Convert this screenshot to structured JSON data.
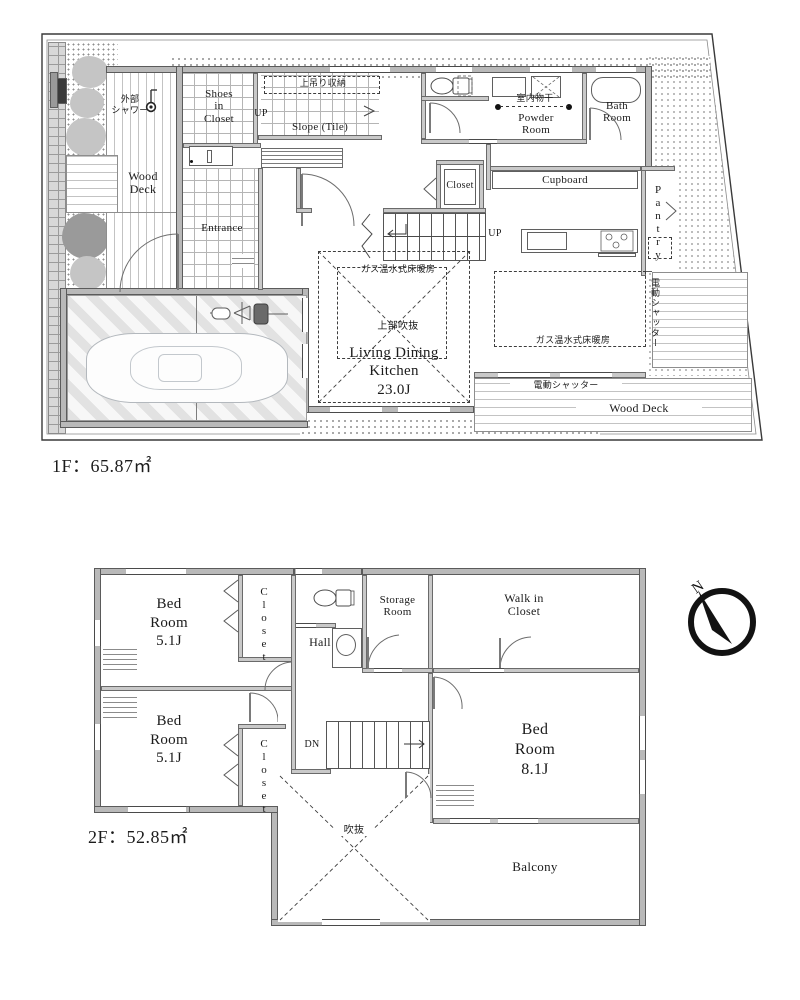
{
  "document": {
    "type": "residential-floor-plan",
    "floors": [
      {
        "id": "1F",
        "area_label": "1F：65.87㎡"
      },
      {
        "id": "2F",
        "area_label": "2F：52.85㎡"
      }
    ]
  },
  "floor1": {
    "area_label": "1F：65.87㎡",
    "rooms": {
      "wood_deck_left": "Wood\nDeck",
      "wood_deck_right": "Wood Deck",
      "shoes_in_closet": "Shoes\nin\nCloset",
      "entrance": "Entrance",
      "slope_tile": "Slope (Tile)",
      "closet": "Closet",
      "powder_room": "Powder\nRoom",
      "bath_room": "Bath\nRoom",
      "cupboard": "Cupboard",
      "pantry": "Pantry",
      "ldk": "Living Dining\nKitchen\n23.0J"
    },
    "annotations": {
      "outdoor_shower": "外部\nシャワー",
      "overhead_storage": "上吊り収納",
      "indoor_laundry": "室内物干",
      "floor_heating_left": "ガス温水式床暖房",
      "floor_heating_right": "ガス温水式床暖房",
      "void_above": "上部吹抜",
      "electric_shutter_v": "電動シャッター",
      "electric_shutter_h": "電動シャッター",
      "up_stairs_1": "UP",
      "up_stairs_2": "UP"
    }
  },
  "floor2": {
    "area_label": "2F：52.85㎡",
    "rooms": {
      "bed_room_top": "Bed\nRoom\n5.1J",
      "bed_room_bottom": "Bed\nRoom\n5.1J",
      "closet_top": "Closet",
      "closet_bottom": "Closet",
      "hall": "Hall",
      "storage_room": "Storage\nRoom",
      "walk_in_closet": "Walk in\nCloset",
      "bed_room_main": "Bed\nRoom\n8.1J",
      "balcony": "Balcony"
    },
    "annotations": {
      "down_stairs": "DN",
      "void": "吹抜"
    }
  },
  "compass": {
    "north_label": "N"
  },
  "icons": {
    "compass_rose": "compass-rose-icon",
    "car": "car-icon",
    "bicycle": "bicycle-icon",
    "toilet": "toilet-icon",
    "bathtub": "bathtub-icon",
    "sink": "sink-icon",
    "stove": "stove-icon",
    "shower_head": "shower-head-icon",
    "tree": "tree-icon"
  },
  "colors": {
    "wall": "#b9b9b9",
    "wall_outline": "#5b5b5b",
    "text": "#1b1b1b",
    "background": "#ffffff",
    "hatch": "#c3c3c3"
  }
}
